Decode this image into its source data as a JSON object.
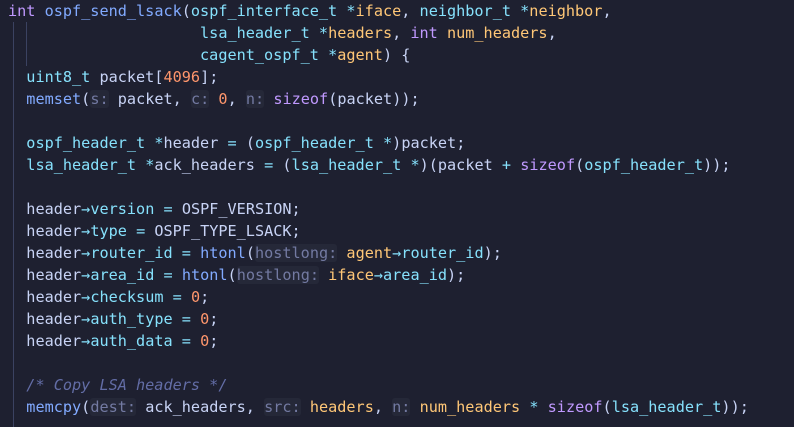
{
  "lines": [
    [
      {
        "t": "kw",
        "v": "int"
      },
      {
        "t": "pu",
        "v": " "
      },
      {
        "t": "fn",
        "v": "ospf_send_lsack"
      },
      {
        "t": "pu",
        "v": "("
      },
      {
        "t": "ty",
        "v": "ospf_interface_t"
      },
      {
        "t": "pu",
        "v": " "
      },
      {
        "t": "op",
        "v": "*"
      },
      {
        "t": "pm",
        "v": "iface"
      },
      {
        "t": "pu",
        "v": ", "
      },
      {
        "t": "ty",
        "v": "neighbor_t"
      },
      {
        "t": "pu",
        "v": " "
      },
      {
        "t": "op",
        "v": "*"
      },
      {
        "t": "pm",
        "v": "neighbor"
      },
      {
        "t": "pu",
        "v": ","
      }
    ],
    [
      {
        "t": "pu",
        "v": "                     "
      },
      {
        "t": "ty",
        "v": "lsa_header_t"
      },
      {
        "t": "pu",
        "v": " "
      },
      {
        "t": "op",
        "v": "*"
      },
      {
        "t": "pm",
        "v": "headers"
      },
      {
        "t": "pu",
        "v": ", "
      },
      {
        "t": "kw",
        "v": "int"
      },
      {
        "t": "pu",
        "v": " "
      },
      {
        "t": "pm",
        "v": "num_headers"
      },
      {
        "t": "pu",
        "v": ","
      }
    ],
    [
      {
        "t": "pu",
        "v": "                     "
      },
      {
        "t": "ty",
        "v": "cagent_ospf_t"
      },
      {
        "t": "pu",
        "v": " "
      },
      {
        "t": "op",
        "v": "*"
      },
      {
        "t": "pm",
        "v": "agent"
      },
      {
        "t": "pu",
        "v": ") {"
      }
    ],
    [
      {
        "t": "pu",
        "v": "  "
      },
      {
        "t": "ty",
        "v": "uint8_t"
      },
      {
        "t": "pu",
        "v": " "
      },
      {
        "t": "id",
        "v": "packet"
      },
      {
        "t": "pu",
        "v": "["
      },
      {
        "t": "num",
        "v": "4096"
      },
      {
        "t": "pu",
        "v": "];"
      }
    ],
    [
      {
        "t": "pu",
        "v": "  "
      },
      {
        "t": "fn",
        "v": "memset"
      },
      {
        "t": "pu",
        "v": "("
      },
      {
        "t": "hint",
        "v": "s:"
      },
      {
        "t": "pu",
        "v": " "
      },
      {
        "t": "id",
        "v": "packet"
      },
      {
        "t": "pu",
        "v": ", "
      },
      {
        "t": "hint",
        "v": "c:"
      },
      {
        "t": "pu",
        "v": " "
      },
      {
        "t": "num",
        "v": "0"
      },
      {
        "t": "pu",
        "v": ", "
      },
      {
        "t": "hint",
        "v": "n:"
      },
      {
        "t": "pu",
        "v": " "
      },
      {
        "t": "kw",
        "v": "sizeof"
      },
      {
        "t": "pu",
        "v": "("
      },
      {
        "t": "id",
        "v": "packet"
      },
      {
        "t": "pu",
        "v": "));"
      }
    ],
    [],
    [
      {
        "t": "pu",
        "v": "  "
      },
      {
        "t": "ty",
        "v": "ospf_header_t"
      },
      {
        "t": "pu",
        "v": " "
      },
      {
        "t": "op",
        "v": "*"
      },
      {
        "t": "id",
        "v": "header"
      },
      {
        "t": "pu",
        "v": " "
      },
      {
        "t": "op",
        "v": "="
      },
      {
        "t": "pu",
        "v": " ("
      },
      {
        "t": "ty",
        "v": "ospf_header_t"
      },
      {
        "t": "pu",
        "v": " "
      },
      {
        "t": "op",
        "v": "*"
      },
      {
        "t": "pu",
        "v": ")"
      },
      {
        "t": "id",
        "v": "packet"
      },
      {
        "t": "pu",
        "v": ";"
      }
    ],
    [
      {
        "t": "pu",
        "v": "  "
      },
      {
        "t": "ty",
        "v": "lsa_header_t"
      },
      {
        "t": "pu",
        "v": " "
      },
      {
        "t": "op",
        "v": "*"
      },
      {
        "t": "id",
        "v": "ack_headers"
      },
      {
        "t": "pu",
        "v": " "
      },
      {
        "t": "op",
        "v": "="
      },
      {
        "t": "pu",
        "v": " ("
      },
      {
        "t": "ty",
        "v": "lsa_header_t"
      },
      {
        "t": "pu",
        "v": " "
      },
      {
        "t": "op",
        "v": "*"
      },
      {
        "t": "pu",
        "v": ")("
      },
      {
        "t": "id",
        "v": "packet"
      },
      {
        "t": "pu",
        "v": " "
      },
      {
        "t": "op",
        "v": "+"
      },
      {
        "t": "pu",
        "v": " "
      },
      {
        "t": "kw",
        "v": "sizeof"
      },
      {
        "t": "pu",
        "v": "("
      },
      {
        "t": "ty",
        "v": "ospf_header_t"
      },
      {
        "t": "pu",
        "v": "));"
      }
    ],
    [],
    [
      {
        "t": "pu",
        "v": "  "
      },
      {
        "t": "id",
        "v": "header"
      },
      {
        "t": "op",
        "v": "→"
      },
      {
        "t": "ty",
        "v": "version"
      },
      {
        "t": "pu",
        "v": " "
      },
      {
        "t": "op",
        "v": "="
      },
      {
        "t": "pu",
        "v": " "
      },
      {
        "t": "id",
        "v": "OSPF_VERSION"
      },
      {
        "t": "pu",
        "v": ";"
      }
    ],
    [
      {
        "t": "pu",
        "v": "  "
      },
      {
        "t": "id",
        "v": "header"
      },
      {
        "t": "op",
        "v": "→"
      },
      {
        "t": "ty",
        "v": "type"
      },
      {
        "t": "pu",
        "v": " "
      },
      {
        "t": "op",
        "v": "="
      },
      {
        "t": "pu",
        "v": " "
      },
      {
        "t": "id",
        "v": "OSPF_TYPE_LSACK"
      },
      {
        "t": "pu",
        "v": ";"
      }
    ],
    [
      {
        "t": "pu",
        "v": "  "
      },
      {
        "t": "id",
        "v": "header"
      },
      {
        "t": "op",
        "v": "→"
      },
      {
        "t": "ty",
        "v": "router_id"
      },
      {
        "t": "pu",
        "v": " "
      },
      {
        "t": "op",
        "v": "="
      },
      {
        "t": "pu",
        "v": " "
      },
      {
        "t": "fn",
        "v": "htonl"
      },
      {
        "t": "pu",
        "v": "("
      },
      {
        "t": "hint",
        "v": "hostlong:"
      },
      {
        "t": "pu",
        "v": " "
      },
      {
        "t": "pm",
        "v": "agent"
      },
      {
        "t": "op",
        "v": "→"
      },
      {
        "t": "ty",
        "v": "router_id"
      },
      {
        "t": "pu",
        "v": ");"
      }
    ],
    [
      {
        "t": "pu",
        "v": "  "
      },
      {
        "t": "id",
        "v": "header"
      },
      {
        "t": "op",
        "v": "→"
      },
      {
        "t": "ty",
        "v": "area_id"
      },
      {
        "t": "pu",
        "v": " "
      },
      {
        "t": "op",
        "v": "="
      },
      {
        "t": "pu",
        "v": " "
      },
      {
        "t": "fn",
        "v": "htonl"
      },
      {
        "t": "pu",
        "v": "("
      },
      {
        "t": "hint",
        "v": "hostlong:"
      },
      {
        "t": "pu",
        "v": " "
      },
      {
        "t": "pm",
        "v": "iface"
      },
      {
        "t": "op",
        "v": "→"
      },
      {
        "t": "ty",
        "v": "area_id"
      },
      {
        "t": "pu",
        "v": ");"
      }
    ],
    [
      {
        "t": "pu",
        "v": "  "
      },
      {
        "t": "id",
        "v": "header"
      },
      {
        "t": "op",
        "v": "→"
      },
      {
        "t": "ty",
        "v": "checksum"
      },
      {
        "t": "pu",
        "v": " "
      },
      {
        "t": "op",
        "v": "="
      },
      {
        "t": "pu",
        "v": " "
      },
      {
        "t": "num",
        "v": "0"
      },
      {
        "t": "pu",
        "v": ";"
      }
    ],
    [
      {
        "t": "pu",
        "v": "  "
      },
      {
        "t": "id",
        "v": "header"
      },
      {
        "t": "op",
        "v": "→"
      },
      {
        "t": "ty",
        "v": "auth_type"
      },
      {
        "t": "pu",
        "v": " "
      },
      {
        "t": "op",
        "v": "="
      },
      {
        "t": "pu",
        "v": " "
      },
      {
        "t": "num",
        "v": "0"
      },
      {
        "t": "pu",
        "v": ";"
      }
    ],
    [
      {
        "t": "pu",
        "v": "  "
      },
      {
        "t": "id",
        "v": "header"
      },
      {
        "t": "op",
        "v": "→"
      },
      {
        "t": "ty",
        "v": "auth_data"
      },
      {
        "t": "pu",
        "v": " "
      },
      {
        "t": "op",
        "v": "="
      },
      {
        "t": "pu",
        "v": " "
      },
      {
        "t": "num",
        "v": "0"
      },
      {
        "t": "pu",
        "v": ";"
      }
    ],
    [],
    [
      {
        "t": "pu",
        "v": "  "
      },
      {
        "t": "co",
        "v": "/* Copy LSA headers */"
      }
    ],
    [
      {
        "t": "pu",
        "v": "  "
      },
      {
        "t": "fn",
        "v": "memcpy"
      },
      {
        "t": "pu",
        "v": "("
      },
      {
        "t": "hint",
        "v": "dest:"
      },
      {
        "t": "pu",
        "v": " "
      },
      {
        "t": "id",
        "v": "ack_headers"
      },
      {
        "t": "pu",
        "v": ", "
      },
      {
        "t": "hint",
        "v": "src:"
      },
      {
        "t": "pu",
        "v": " "
      },
      {
        "t": "pm",
        "v": "headers"
      },
      {
        "t": "pu",
        "v": ", "
      },
      {
        "t": "hint",
        "v": "n:"
      },
      {
        "t": "pu",
        "v": " "
      },
      {
        "t": "pm",
        "v": "num_headers"
      },
      {
        "t": "pu",
        "v": " "
      },
      {
        "t": "op",
        "v": "*"
      },
      {
        "t": "pu",
        "v": " "
      },
      {
        "t": "kw",
        "v": "sizeof"
      },
      {
        "t": "pu",
        "v": "("
      },
      {
        "t": "ty",
        "v": "lsa_header_t"
      },
      {
        "t": "pu",
        "v": "));"
      }
    ]
  ],
  "colors": {
    "background": "#1e2030",
    "keyword": "#c099ff",
    "function": "#82aaff",
    "type": "#86e1fc",
    "parameter": "#ffc777",
    "number": "#ff966c",
    "comment": "#636da6",
    "inlay_hint": "#737aa2",
    "indent_guide": "#3b4261"
  }
}
